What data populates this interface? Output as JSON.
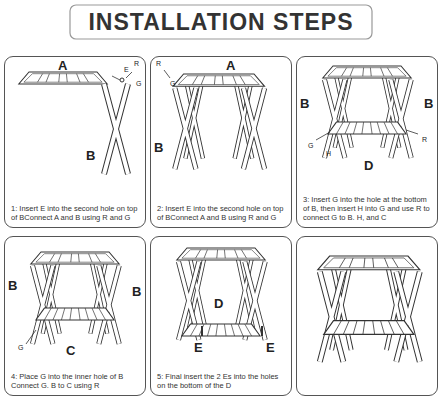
{
  "diagram": {
    "title": "INSTALLATION STEPS",
    "nodes": [
      {
        "text": [
          "1: Insert E into the second hole on top of BConnect A and B using R and G"
        ]
      },
      {
        "text": [
          "2: Insert E into the second hole on top of BConnect A and B using R and G"
        ]
      },
      {
        "text": [
          "3: Insert G into the hole at the bottom of B, then insert H into G and use R to connect G to B. H, and C"
        ]
      },
      {
        "text": [
          "4: Place G into the inner hole of B Connect G. B to C using R"
        ]
      },
      {
        "text": [
          "5: Final insert the 2 Es into the holes on the bottom of the D"
        ]
      },
      {
        "text": []
      }
    ],
    "edges": [],
    "labels": [
      "A",
      "B",
      "E",
      "R",
      "G",
      "A",
      "B",
      "R",
      "G",
      "B",
      "D",
      "B",
      "G",
      "H",
      "R",
      "B",
      "C",
      "B",
      "G",
      "D",
      "E",
      "E"
    ]
  }
}
